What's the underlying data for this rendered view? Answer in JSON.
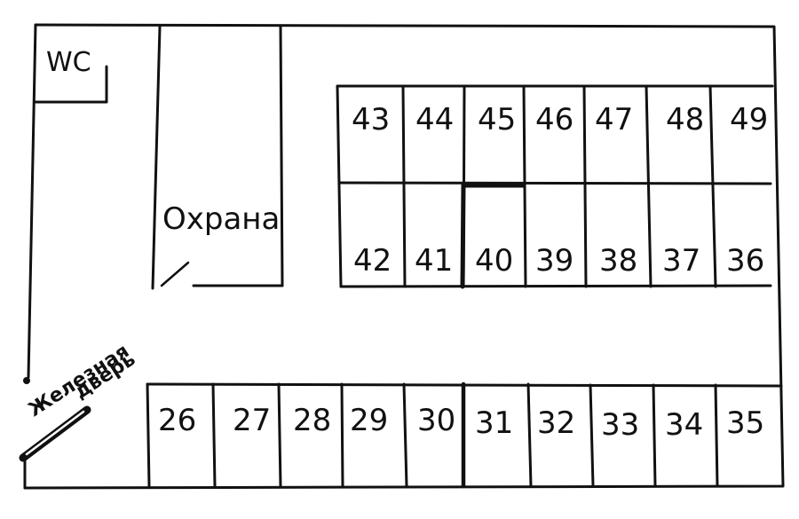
{
  "labels": {
    "wc": "WC",
    "security": "Охрана",
    "door_line1": "Железная",
    "door_line2": "дверь"
  },
  "top_row_upper": [
    "43",
    "44",
    "45",
    "46",
    "47",
    "48",
    "49"
  ],
  "top_row_lower": [
    "42",
    "41",
    "40",
    "39",
    "38",
    "37",
    "36"
  ],
  "bottom_row": [
    "26",
    "27",
    "28",
    "29",
    "30",
    "31",
    "32",
    "33",
    "34",
    "35"
  ],
  "colors": {
    "ink": "#111111",
    "paper": "#ffffff"
  }
}
